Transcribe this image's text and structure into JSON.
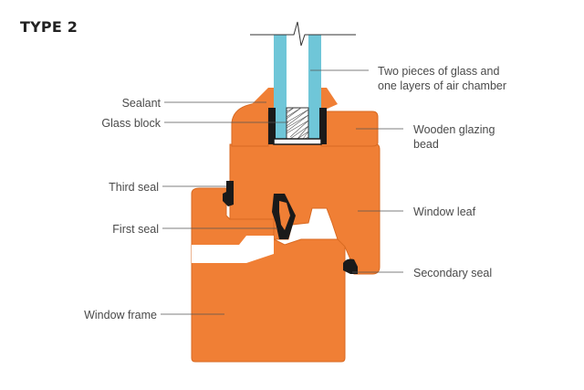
{
  "title": "TYPE 2",
  "colors": {
    "profile": "#f07f35",
    "profile_edge": "#d86a22",
    "glass": "#6fc6d8",
    "gasket": "#1a1a1a",
    "leader": "#555555",
    "text": "#4a4a4a"
  },
  "labels": {
    "glass": [
      "Two pieces of glass and",
      "one layers of air chamber"
    ],
    "sealant": "Sealant",
    "glass_block": "Glass block",
    "wooden_bead": [
      "Wooden glazing",
      "bead"
    ],
    "third_seal": "Third seal",
    "window_leaf": "Window leaf",
    "first_seal": "First seal",
    "secondary_seal": "Secondary seal",
    "window_frame": "Window frame"
  }
}
